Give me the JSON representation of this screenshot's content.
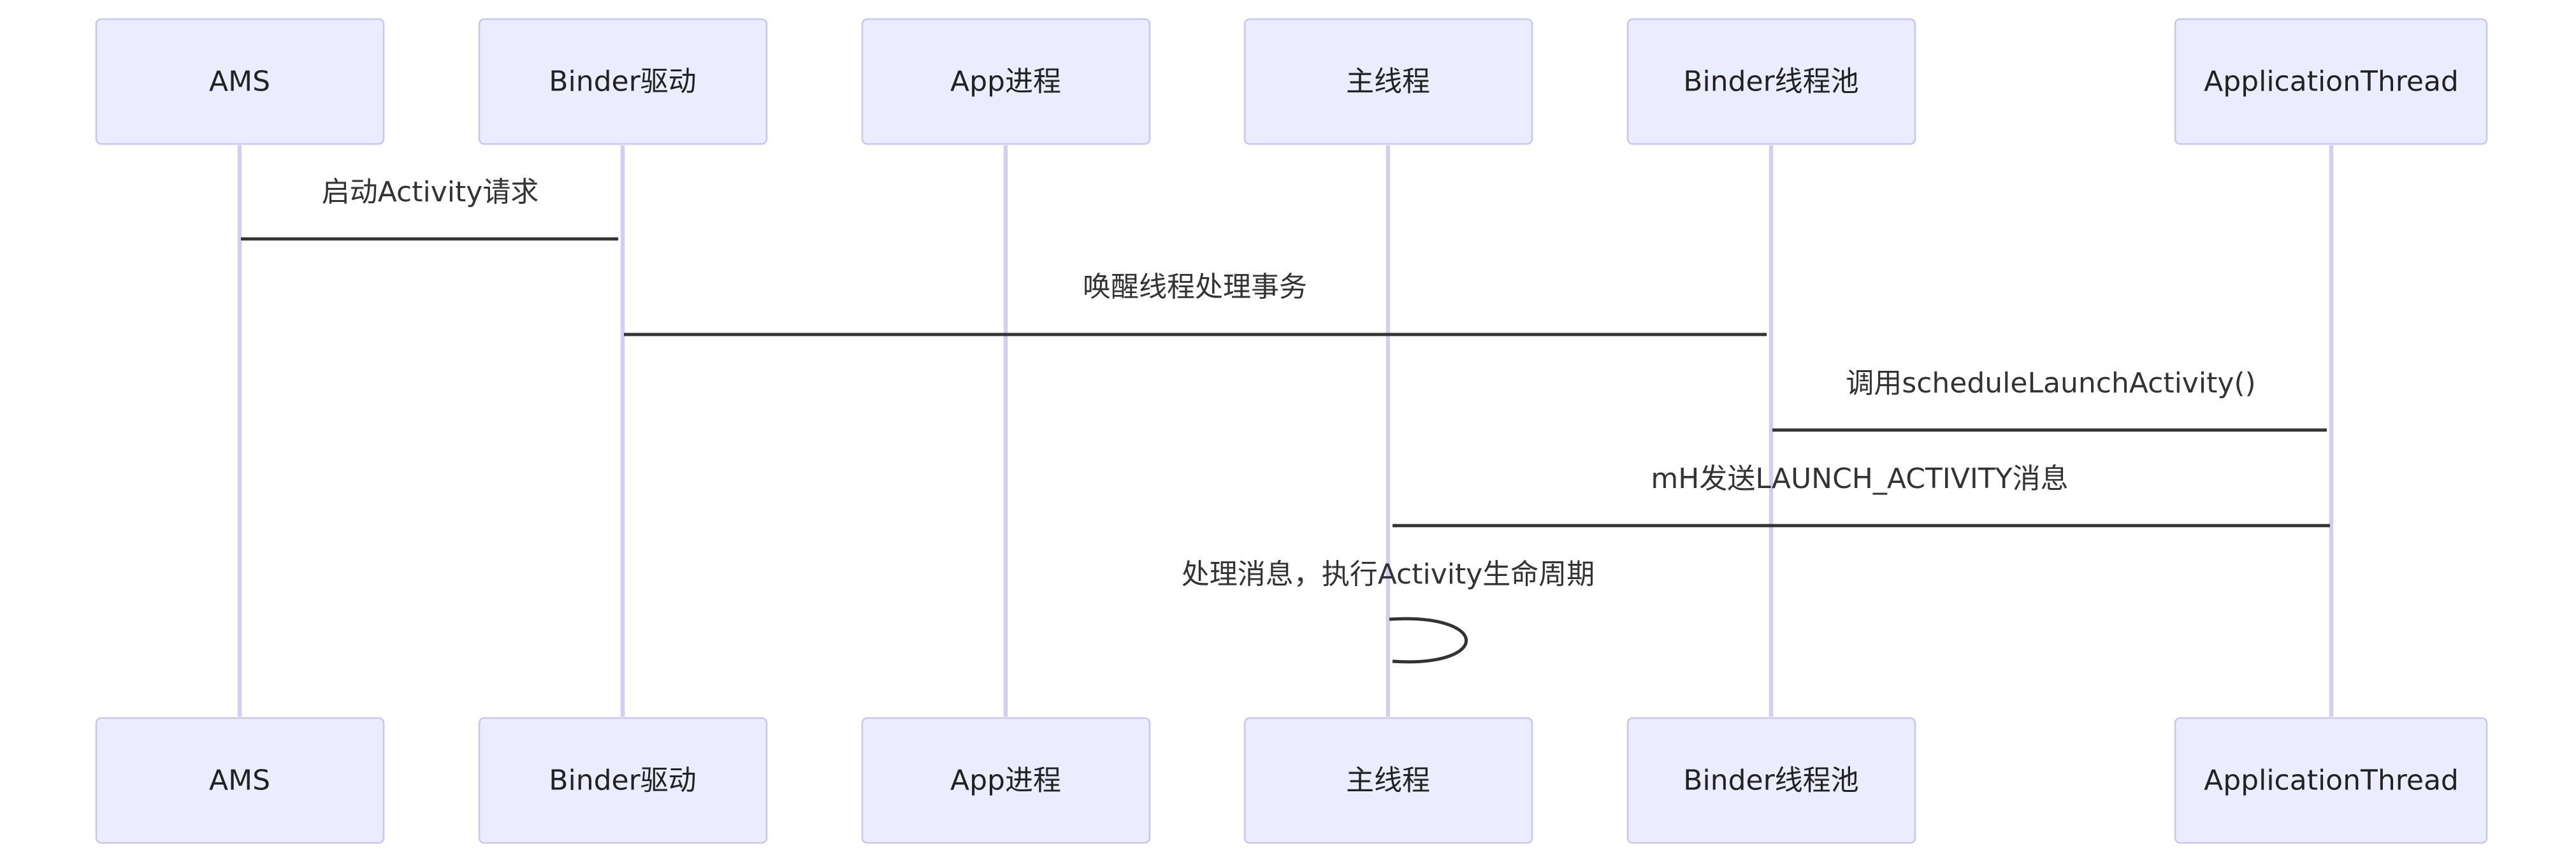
{
  "participants": [
    {
      "id": "ams",
      "label": "AMS"
    },
    {
      "id": "binder-driver",
      "label": "Binder驱动"
    },
    {
      "id": "app-process",
      "label": "App进程"
    },
    {
      "id": "main-thread",
      "label": "主线程"
    },
    {
      "id": "binder-pool",
      "label": "Binder线程池"
    },
    {
      "id": "application-thread",
      "label": "ApplicationThread"
    }
  ],
  "messages": [
    {
      "from": 0,
      "to": 1,
      "label": "启动Activity请求"
    },
    {
      "from": 1,
      "to": 4,
      "label": "唤醒线程处理事务"
    },
    {
      "from": 4,
      "to": 5,
      "label": "调用scheduleLaunchActivity()"
    },
    {
      "from": 5,
      "to": 3,
      "label": "mH发送LAUNCH_ACTIVITY消息"
    },
    {
      "from": 3,
      "to": 3,
      "label": "处理消息，执行Activity生命周期"
    }
  ]
}
